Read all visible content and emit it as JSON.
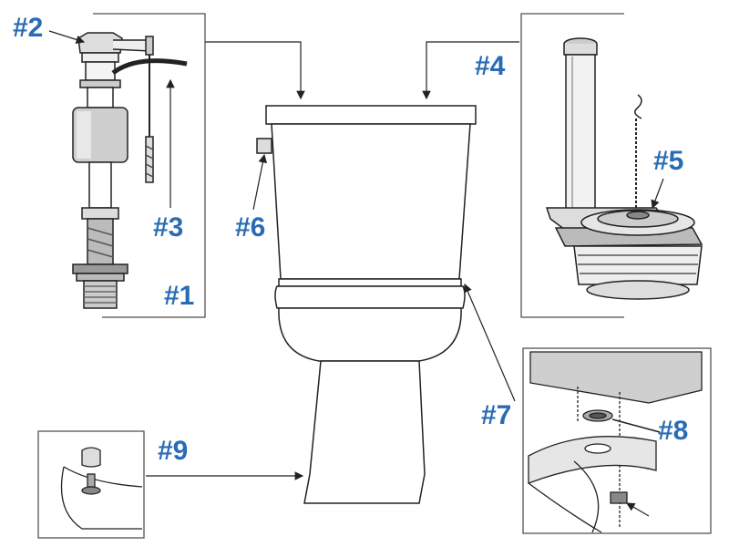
{
  "callouts": [
    {
      "id": "c1",
      "label": "#1"
    },
    {
      "id": "c2",
      "label": "#2"
    },
    {
      "id": "c3",
      "label": "#3"
    },
    {
      "id": "c4",
      "label": "#4"
    },
    {
      "id": "c5",
      "label": "#5"
    },
    {
      "id": "c6",
      "label": "#6"
    },
    {
      "id": "c7",
      "label": "#7"
    },
    {
      "id": "c8",
      "label": "#8"
    },
    {
      "id": "c9",
      "label": "#9"
    }
  ],
  "colors": {
    "callout": "#2a6cb4",
    "line": "#222222",
    "inset_border": "#555555"
  }
}
